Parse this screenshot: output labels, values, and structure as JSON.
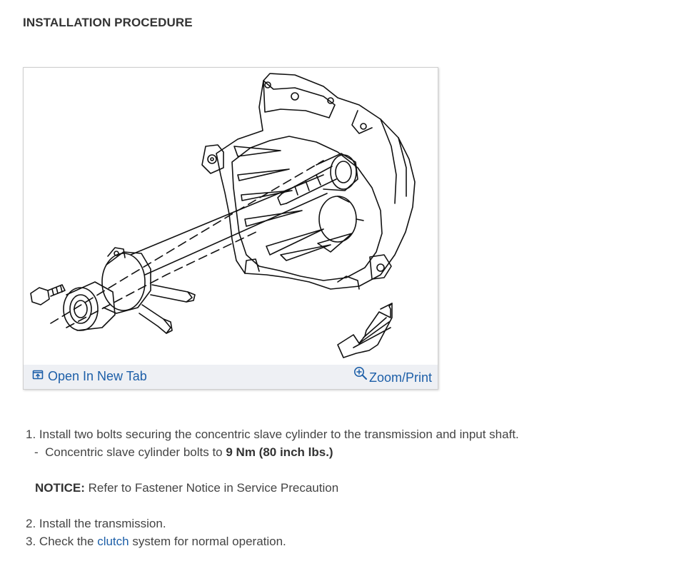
{
  "section": {
    "title": "INSTALLATION PROCEDURE"
  },
  "figure": {
    "alt": "Concentric slave cylinder and transmission bell housing illustration",
    "open_tab_label": "Open In New Tab",
    "zoom_label": "Zoom/Print",
    "open_tab_icon": "open-in-new-tab-icon",
    "zoom_icon": "zoom-in-icon",
    "link_color": "#1d5fa8"
  },
  "steps": {
    "step1": {
      "number": "1.",
      "text": "Install two bolts securing the concentric slave cylinder to the transmission and input shaft."
    },
    "step1_sub": {
      "prefix": "-",
      "text": "Concentric slave cylinder bolts to",
      "torque": "9 Nm (80 inch lbs.)"
    },
    "notice": {
      "label": "NOTICE:",
      "text": "Refer to Fastener Notice in Service Precaution"
    },
    "step2": {
      "number": "2.",
      "text": "Install the transmission."
    },
    "step3": {
      "number": "3.",
      "text_before": "Check the",
      "link": "clutch",
      "text_after": "system for normal operation."
    }
  }
}
